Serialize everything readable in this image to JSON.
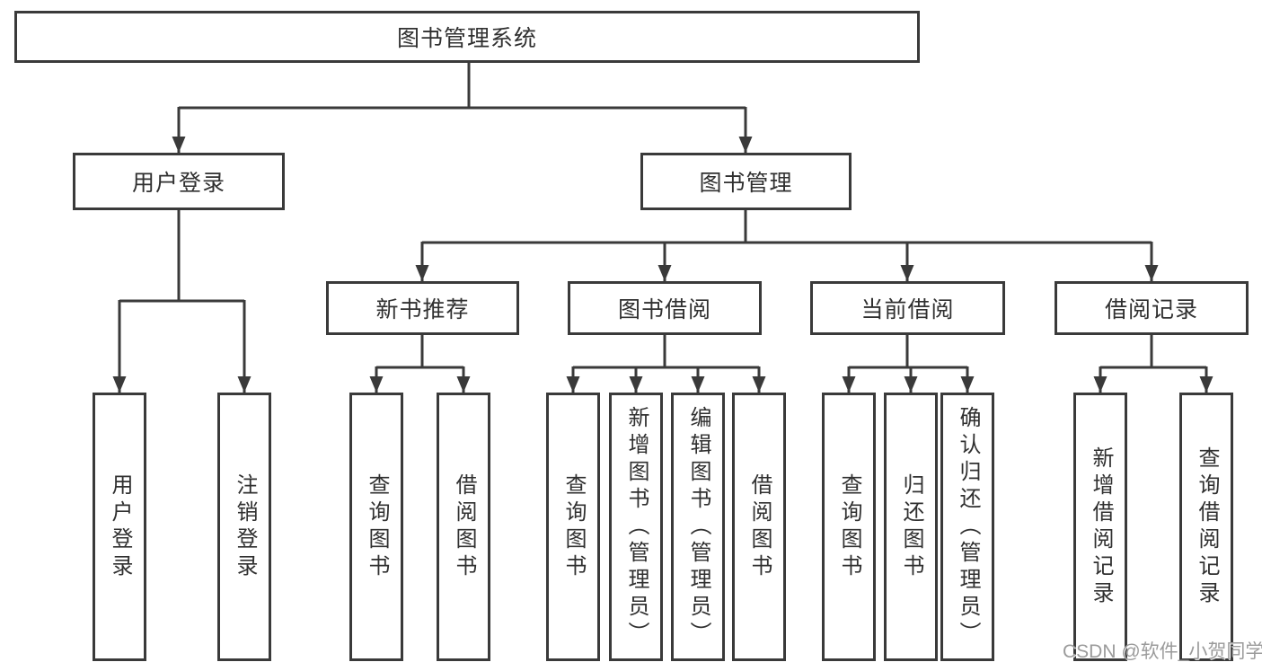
{
  "tree": {
    "root": {
      "label": "图书管理系统"
    },
    "branches": [
      {
        "label": "用户登录",
        "children": [
          {
            "label": "用户登录"
          },
          {
            "label": "注销登录"
          }
        ]
      },
      {
        "label": "图书管理",
        "children": [
          {
            "label": "新书推荐",
            "children": [
              {
                "label": "查询图书"
              },
              {
                "label": "借阅图书"
              }
            ]
          },
          {
            "label": "图书借阅",
            "children": [
              {
                "label": "查询图书"
              },
              {
                "label": "新增图书（管理员）"
              },
              {
                "label": "编辑图书（管理员）"
              },
              {
                "label": "借阅图书"
              }
            ]
          },
          {
            "label": "当前借阅",
            "children": [
              {
                "label": "查询图书"
              },
              {
                "label": "归还图书"
              },
              {
                "label": "确认归还（管理员）"
              }
            ]
          },
          {
            "label": "借阅记录",
            "children": [
              {
                "label": "新增借阅记录"
              },
              {
                "label": "查询借阅记录"
              }
            ]
          }
        ]
      }
    ]
  },
  "watermark": "CSDN @软件_小贺同学",
  "colors": {
    "line": "#3a3a3a",
    "node_border": "#3a3a3a",
    "node_text": "#303030",
    "background": "#ffffff",
    "watermark_text": "#9b9b9b"
  }
}
